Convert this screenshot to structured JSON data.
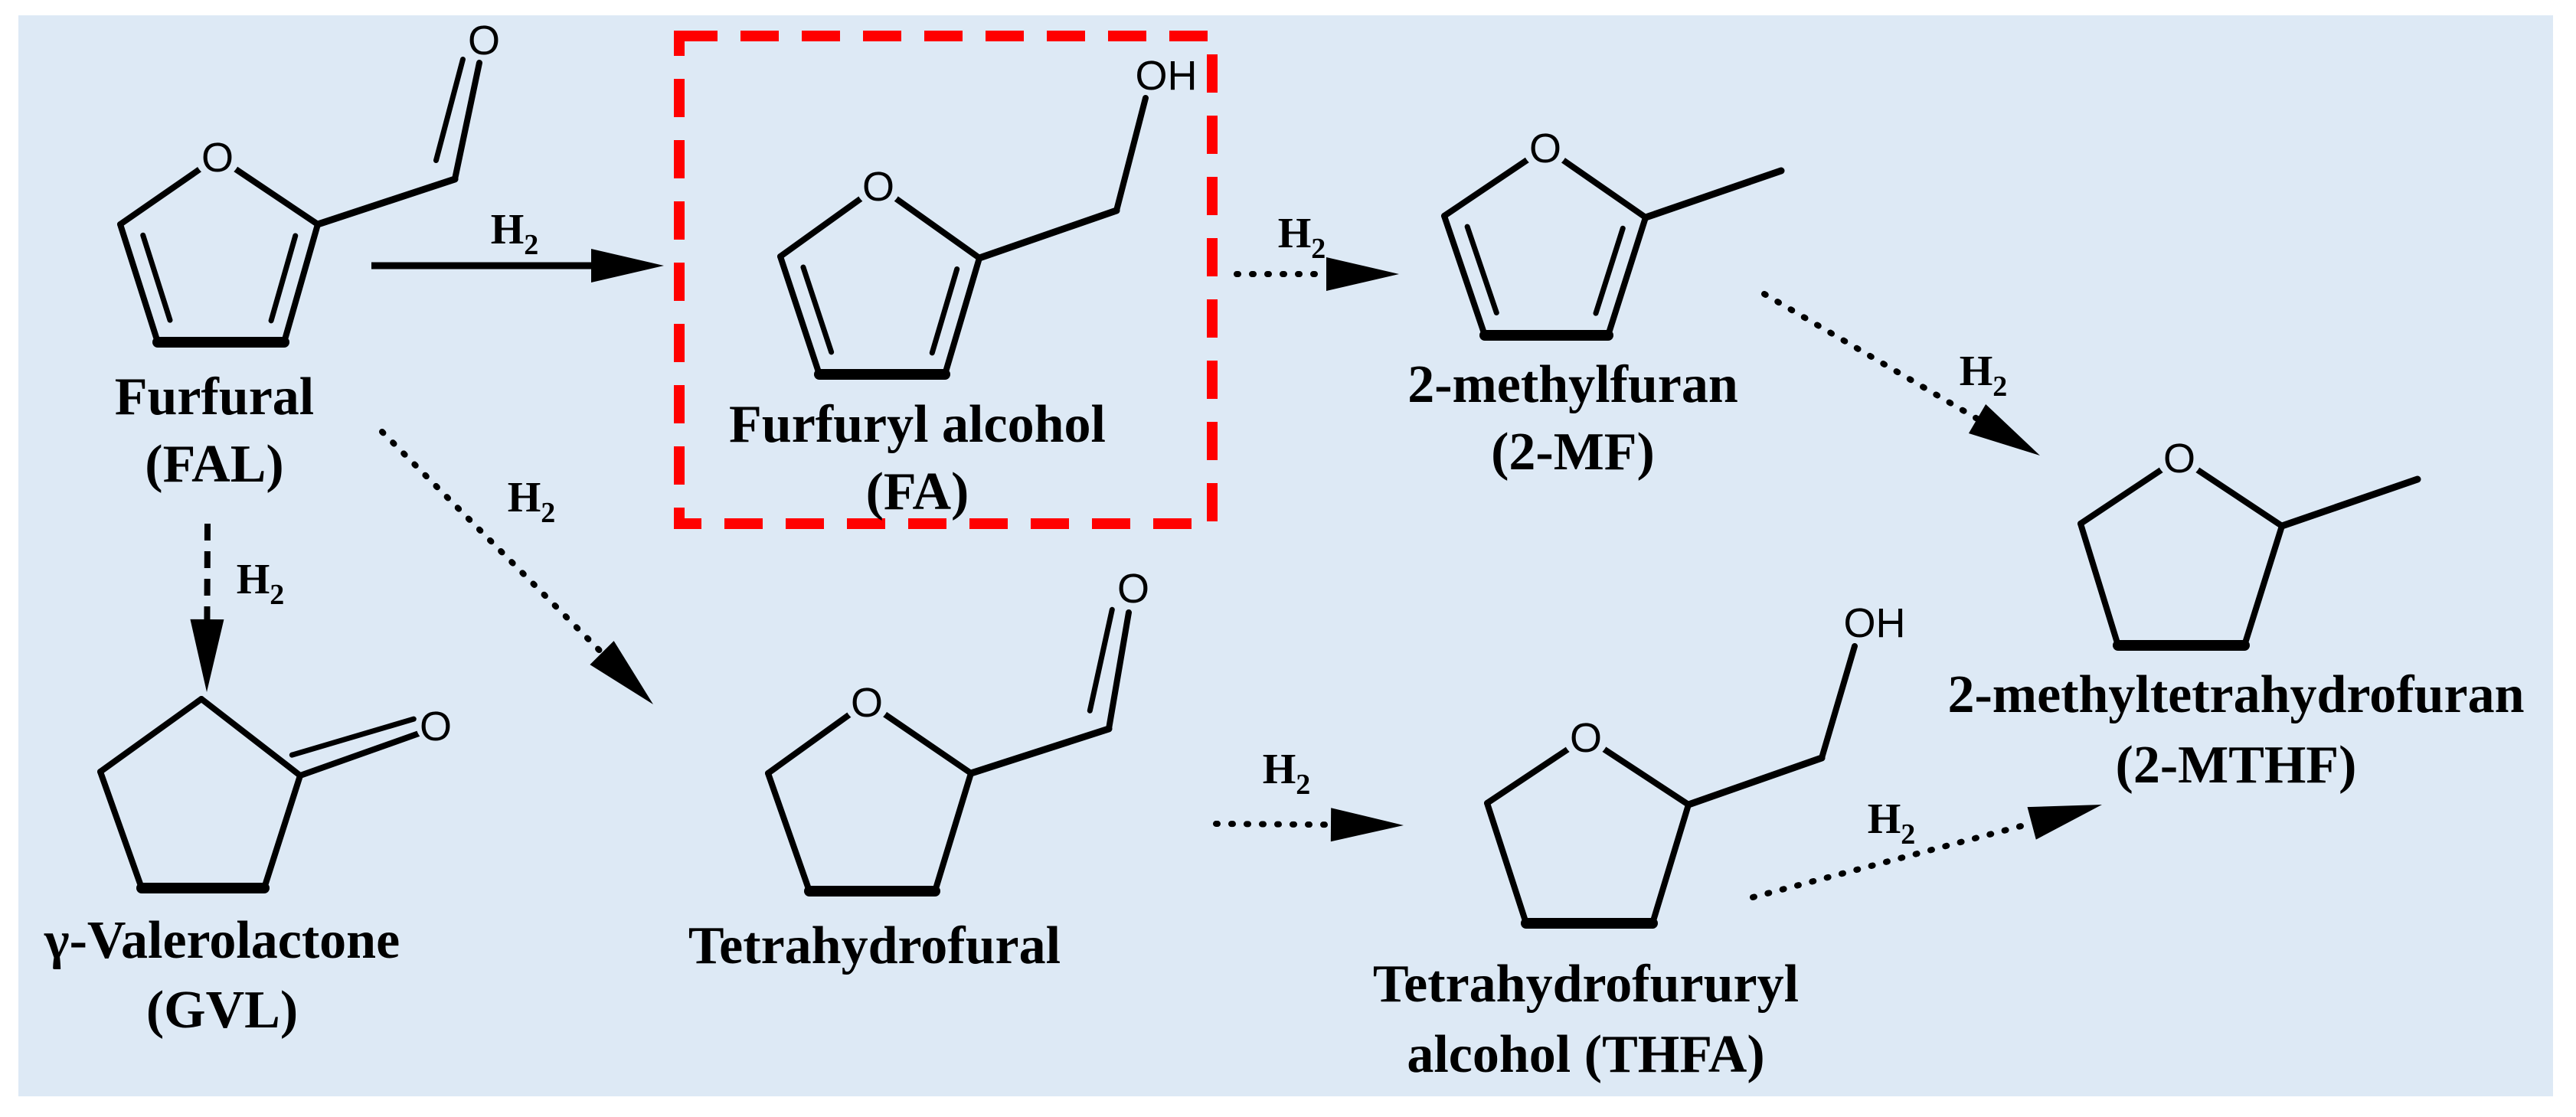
{
  "colors": {
    "background": "#dde9f5",
    "bond": "#000000",
    "highlight_box": "#ff0000"
  },
  "reagent": {
    "main": "H",
    "sub": "2"
  },
  "atoms": {
    "oxygen": "O",
    "hydroxyl": "OH"
  },
  "compounds": {
    "furfural": {
      "name": "Furfural",
      "abbr": "(FAL)"
    },
    "furfuryl_alcohol": {
      "name": "Furfuryl alcohol",
      "abbr": "(FA)",
      "highlighted": true
    },
    "methylfuran": {
      "name": "2-methylfuran",
      "abbr": "(2-MF)"
    },
    "methyltetrahydrofuran": {
      "name": "2-methyltetrahydrofuran",
      "abbr": "(2-MTHF)"
    },
    "gvl": {
      "name": "γ-Valerolactone",
      "abbr": "(GVL)"
    },
    "tetrahydrofural": {
      "name": "Tetrahydrofural"
    },
    "thfa": {
      "name": "Tetrahydrofururyl",
      "name2": "alcohol (THFA)"
    }
  },
  "arrows": [
    {
      "from": "Furfural",
      "to": "Furfuryl alcohol",
      "style": "solid"
    },
    {
      "from": "Furfuryl alcohol",
      "to": "2-methylfuran",
      "style": "dotted"
    },
    {
      "from": "2-methylfuran",
      "to": "2-methyltetrahydrofuran",
      "style": "dotted"
    },
    {
      "from": "Tetrahydrofururyl alcohol",
      "to": "2-methyltetrahydrofuran",
      "style": "dotted"
    },
    {
      "from": "Tetrahydrofural",
      "to": "Tetrahydrofururyl alcohol",
      "style": "dotted"
    },
    {
      "from": "Furfural",
      "to": "γ-Valerolactone",
      "style": "dashed"
    },
    {
      "from": "Furfural",
      "to": "Tetrahydrofural",
      "style": "dotted"
    }
  ]
}
